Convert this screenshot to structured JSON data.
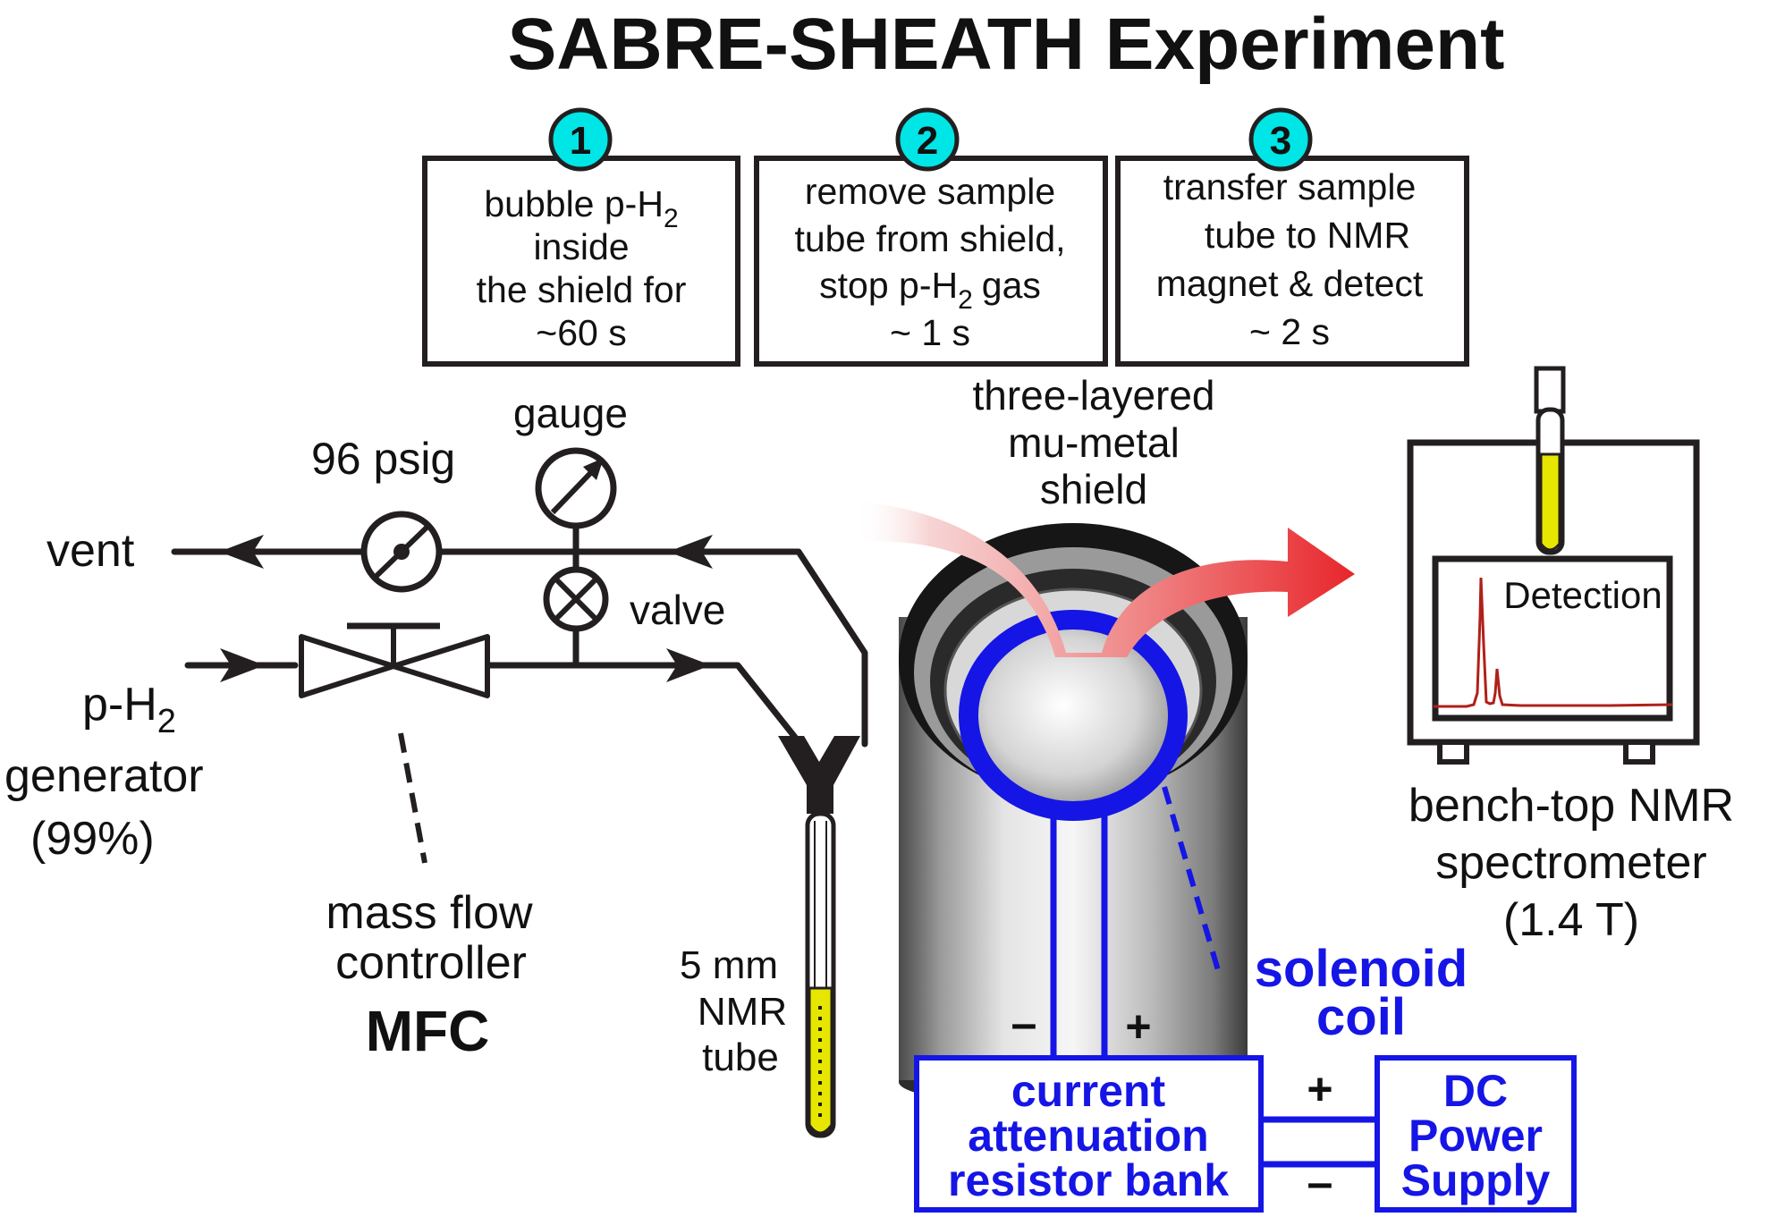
{
  "title": "SABRE-SHEATH Experiment",
  "steps": [
    {
      "number": "1",
      "lines": [
        "bubble p-H",
        "inside",
        "the shield for",
        "~60 s"
      ],
      "subscript": "2"
    },
    {
      "number": "2",
      "lines": [
        "remove sample",
        "tube from shield,",
        "stop p-H",
        "gas",
        "~ 1 s"
      ],
      "subscript": "2"
    },
    {
      "number": "3",
      "lines": [
        "transfer sample",
        "tube to NMR",
        "magnet & detect",
        "~ 2 s"
      ]
    }
  ],
  "labels": {
    "vent": "vent",
    "pressure": "96 psig",
    "gauge": "gauge",
    "valve": "valve",
    "generator_line1": "p-H",
    "generator_sub": "2",
    "generator_line2": "generator",
    "generator_line3": "(99%)",
    "mfc_line1": "mass flow",
    "mfc_line2": "controller",
    "mfc_abbr": "MFC",
    "tube_line1": "5 mm",
    "tube_line2": "NMR",
    "tube_line3": "tube",
    "shield_line1": "three-layered",
    "shield_line2": "mu-metal",
    "shield_line3": "shield",
    "coil_line1": "solenoid",
    "coil_line2": "coil",
    "minus": "–",
    "plus": "+",
    "resistor_line1": "current",
    "resistor_line2": "attenuation",
    "resistor_line3": "resistor bank",
    "supply_line1": "DC",
    "supply_line2": "Power",
    "supply_line3": "Supply",
    "detection": "Detection",
    "spectrometer_line1": "bench-top NMR",
    "spectrometer_line2": "spectrometer",
    "spectrometer_line3": "(1.4 T)"
  },
  "colors": {
    "accent_blue": "#1515e6",
    "step_circle": "#00e5e5",
    "arrow_red": "#e8262b",
    "sample_yellow": "#e6e600",
    "spectrum_red": "#b0201a"
  }
}
